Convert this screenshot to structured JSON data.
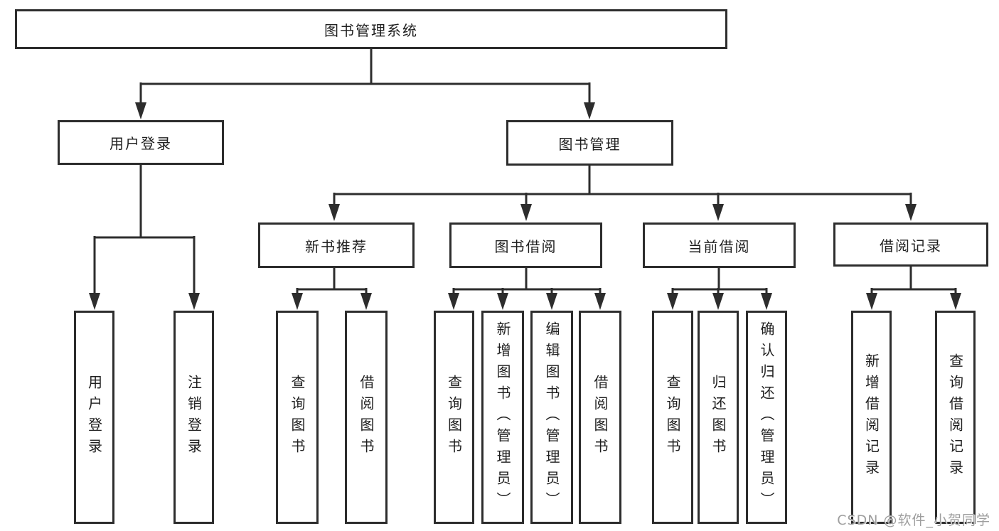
{
  "page": {
    "background": "#ffffff"
  },
  "colors": {
    "line": "#2d2d2d",
    "box_border": "#2d2d2d",
    "text": "#1f1f1f",
    "watermark": "#9e9e9e"
  },
  "tree": {
    "root": {
      "label": "图书管理系统"
    },
    "branches": [
      {
        "label": "用户登录",
        "children": [
          {
            "label": "用户登录"
          },
          {
            "label": "注销登录"
          }
        ]
      },
      {
        "label": "图书管理",
        "children": [
          {
            "label": "新书推荐",
            "children": [
              {
                "label": "查询图书"
              },
              {
                "label": "借阅图书"
              }
            ]
          },
          {
            "label": "图书借阅",
            "children": [
              {
                "label": "查询图书"
              },
              {
                "label": "新增图书（管理员）"
              },
              {
                "label": "编辑图书（管理员）"
              },
              {
                "label": "借阅图书"
              }
            ]
          },
          {
            "label": "当前借阅",
            "children": [
              {
                "label": "查询图书"
              },
              {
                "label": "归还图书"
              },
              {
                "label": "确认归还（管理员）"
              }
            ]
          },
          {
            "label": "借阅记录",
            "children": [
              {
                "label": "新增借阅记录"
              },
              {
                "label": "查询借阅记录"
              }
            ]
          }
        ]
      }
    ]
  },
  "watermark": {
    "text": "CSDN @软件_小贺同学"
  }
}
